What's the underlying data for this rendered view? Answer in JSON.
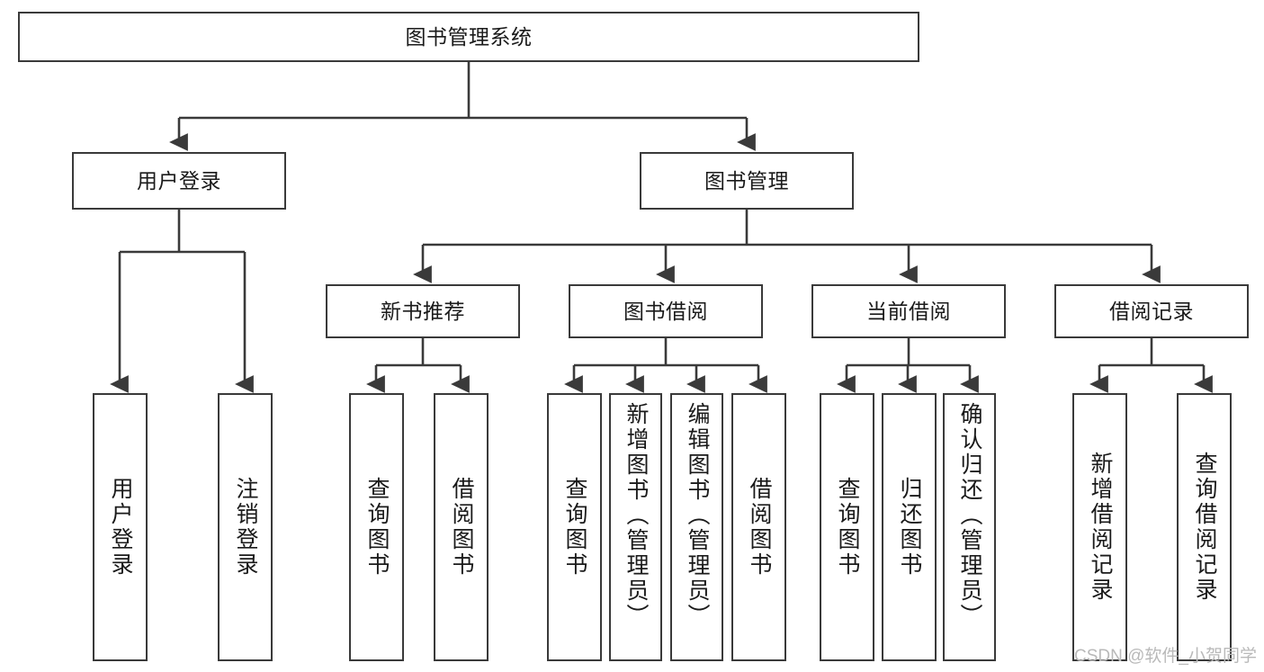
{
  "diagram": {
    "type": "tree-hierarchy-chart",
    "title": "图书管理系统",
    "watermark": "CSDN @软件_小贺同学",
    "colors": {
      "box_border": "#3a3a3a",
      "box_fill": "#ffffff",
      "edge": "#3a3a3a",
      "text": "#1a1a1a",
      "watermark": "#b9b9b9",
      "background": "#ffffff"
    },
    "root": {
      "id": "root",
      "label": "图书管理系统"
    },
    "level2": [
      {
        "id": "user-login",
        "label": "用户登录"
      },
      {
        "id": "book-manage",
        "label": "图书管理"
      }
    ],
    "level3": [
      {
        "id": "new-book-recommend",
        "label": "新书推荐",
        "parent": "book-manage"
      },
      {
        "id": "book-borrow",
        "label": "图书借阅",
        "parent": "book-manage"
      },
      {
        "id": "current-borrow",
        "label": "当前借阅",
        "parent": "book-manage"
      },
      {
        "id": "borrow-record",
        "label": "借阅记录",
        "parent": "book-manage"
      }
    ],
    "leaves": [
      {
        "id": "leaf-user-login",
        "label": "用户登录",
        "parent": "user-login"
      },
      {
        "id": "leaf-user-logout",
        "label": "注销登录",
        "parent": "user-login"
      },
      {
        "id": "leaf-query-book-1",
        "label": "查询图书",
        "parent": "new-book-recommend"
      },
      {
        "id": "leaf-borrow-book-1",
        "label": "借阅图书",
        "parent": "new-book-recommend"
      },
      {
        "id": "leaf-query-book-2",
        "label": "查询图书",
        "parent": "book-borrow"
      },
      {
        "id": "leaf-add-book",
        "label": "新增图书（管理员）",
        "parent": "book-borrow"
      },
      {
        "id": "leaf-edit-book",
        "label": "编辑图书（管理员）",
        "parent": "book-borrow"
      },
      {
        "id": "leaf-borrow-book-2",
        "label": "借阅图书",
        "parent": "book-borrow"
      },
      {
        "id": "leaf-query-book-3",
        "label": "查询图书",
        "parent": "current-borrow"
      },
      {
        "id": "leaf-return-book",
        "label": "归还图书",
        "parent": "current-borrow"
      },
      {
        "id": "leaf-confirm-return",
        "label": "确认归还（管理员）",
        "parent": "current-borrow"
      },
      {
        "id": "leaf-add-record",
        "label": "新增借阅记录",
        "parent": "borrow-record"
      },
      {
        "id": "leaf-query-record",
        "label": "查询借阅记录",
        "parent": "borrow-record"
      }
    ]
  }
}
